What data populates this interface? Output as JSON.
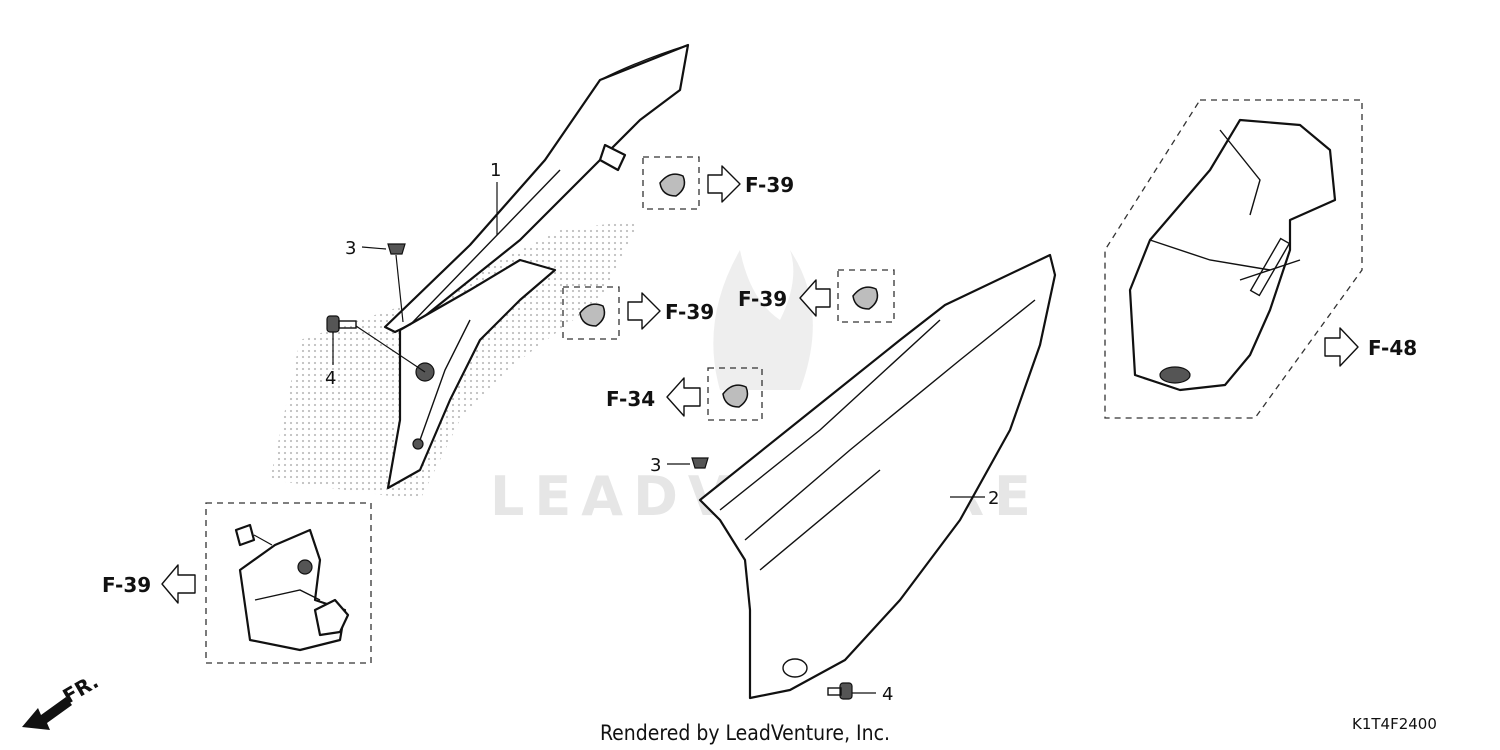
{
  "diagram": {
    "part_numbers": [
      "1",
      "2",
      "3",
      "3",
      "4",
      "4"
    ],
    "refs": {
      "f39_top": "F-39",
      "f39_mid": "F-39",
      "f39_right": "F-39",
      "f34": "F-34",
      "f48": "F-48",
      "f39_left": "F-39"
    },
    "direction_label": "FR.",
    "watermark": "LEADVENTURE",
    "footer_text": "Rendered by LeadVenture, Inc.",
    "diagram_code": "K1T4F2400"
  }
}
